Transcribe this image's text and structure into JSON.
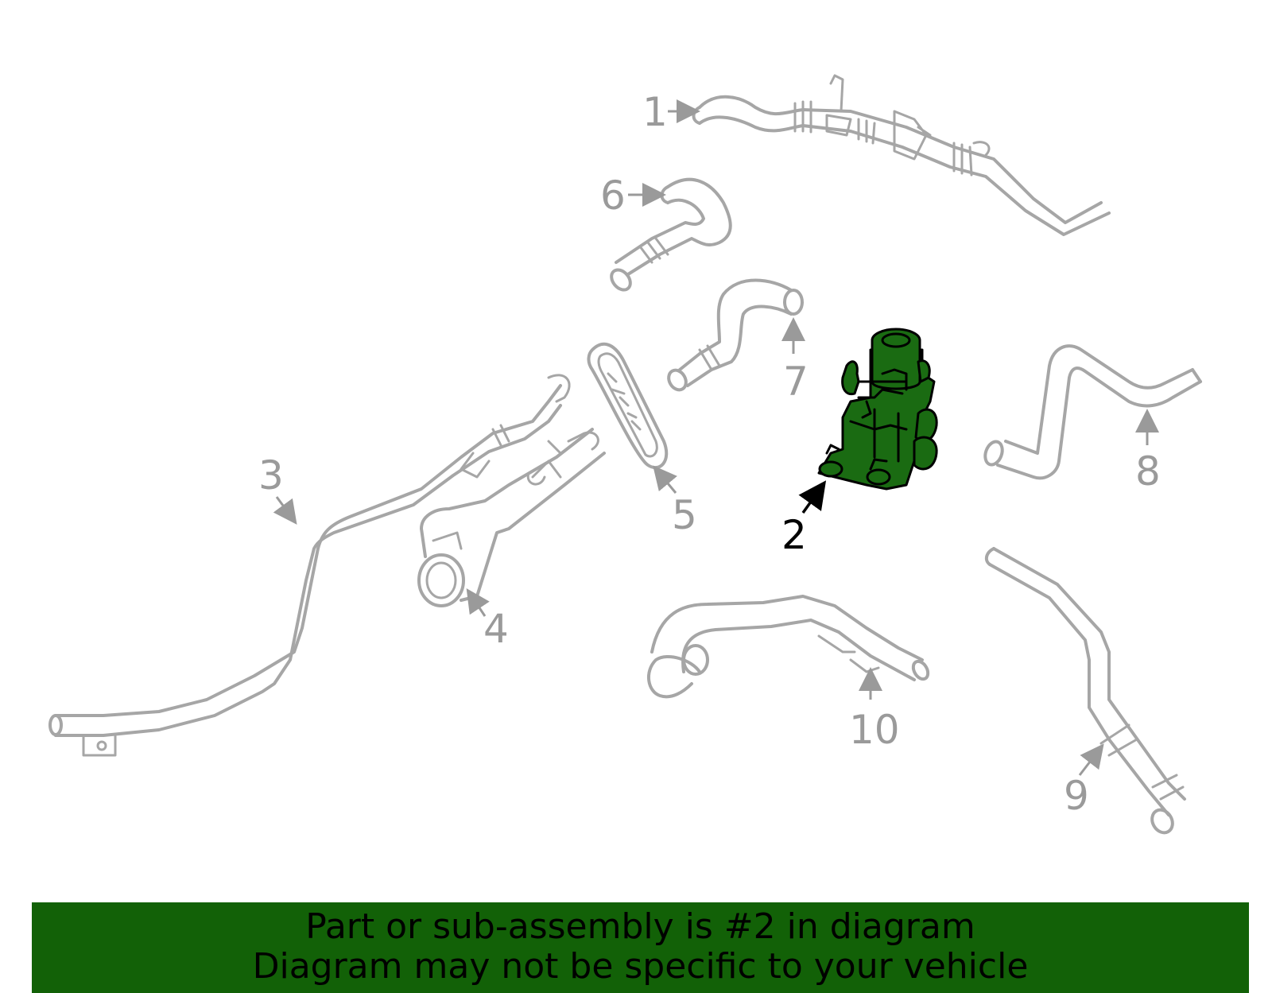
{
  "callouts": {
    "c1": "1",
    "c2": "2",
    "c3": "3",
    "c4": "4",
    "c5": "5",
    "c6": "6",
    "c7": "7",
    "c8": "8",
    "c9": "9",
    "c10": "10"
  },
  "highlighted_part": "2",
  "colors": {
    "highlight_fill": "#1a6b12",
    "banner_bg": "#126107",
    "part_stroke": "#a6a6a6",
    "callout_text": "#9a9a9a"
  },
  "banner": {
    "line1": "Part or sub-assembly is #2 in diagram",
    "line2": "Diagram may not be specific to your vehicle"
  }
}
